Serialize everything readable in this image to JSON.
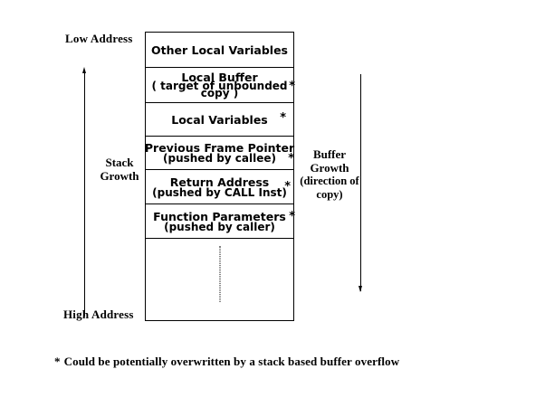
{
  "diagram": {
    "title_labels": {
      "low_address": "Low Address",
      "high_address": "High Address"
    },
    "stack_rows": [
      {
        "name": "other-local-variables",
        "line1": "Other Local Variables",
        "line2": "",
        "line3": "",
        "star": ""
      },
      {
        "name": "local-buffer",
        "line1": "Local Buffer",
        "line2": "( target of unbounded",
        "line3": "copy )",
        "star": "*"
      },
      {
        "name": "local-variables",
        "line1": "Local Variables",
        "line2": "",
        "line3": "",
        "star": "*"
      },
      {
        "name": "previous-frame-pointer",
        "line1": "Previous Frame Pointer",
        "line2": "(pushed by callee)",
        "line3": "",
        "star": "*"
      },
      {
        "name": "return-address",
        "line1": "Return Address",
        "line2": "(pushed by CALL Inst)",
        "line3": "",
        "star": "*"
      },
      {
        "name": "function-parameters",
        "line1": "Function Parameters",
        "line2": "(pushed by caller)",
        "line3": "",
        "star": "*"
      },
      {
        "name": "ellipsis",
        "line1": "",
        "line2": "",
        "line3": "",
        "star": ""
      }
    ],
    "stack_growth": {
      "label_line1": "Stack",
      "label_line2": "Growth",
      "arrow_direction": "up"
    },
    "buffer_growth": {
      "label_line1": "Buffer",
      "label_line2": "Growth",
      "label_line3": "(direction of",
      "label_line4": "copy)",
      "arrow_direction": "down"
    },
    "footnote": {
      "marker": "*",
      "text": "Could be potentially overwritten by a stack based buffer overflow"
    },
    "colors": {
      "ink": "#000000",
      "background": "#ffffff"
    }
  }
}
